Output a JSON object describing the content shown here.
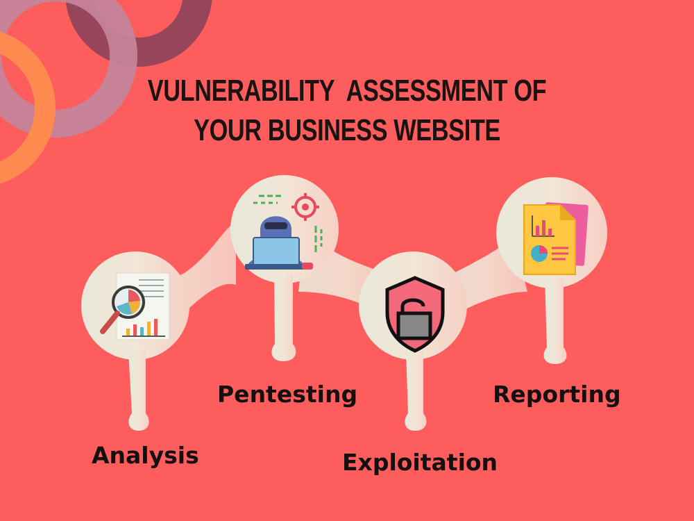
{
  "title": {
    "line1": "VULNERABILITY  ASSESSMENT OF",
    "line2": "YOUR BUSINESS WEBSITE"
  },
  "steps": [
    {
      "label": "Analysis",
      "icon": "magnifier-chart-icon"
    },
    {
      "label": "Pentesting",
      "icon": "hacker-laptop-icon"
    },
    {
      "label": "Exploitation",
      "icon": "unlocked-shield-icon"
    },
    {
      "label": "Reporting",
      "icon": "report-document-icon"
    }
  ],
  "colors": {
    "background": "#fd5d5d",
    "bubble": "#f2e6d6",
    "text": "#141010"
  }
}
